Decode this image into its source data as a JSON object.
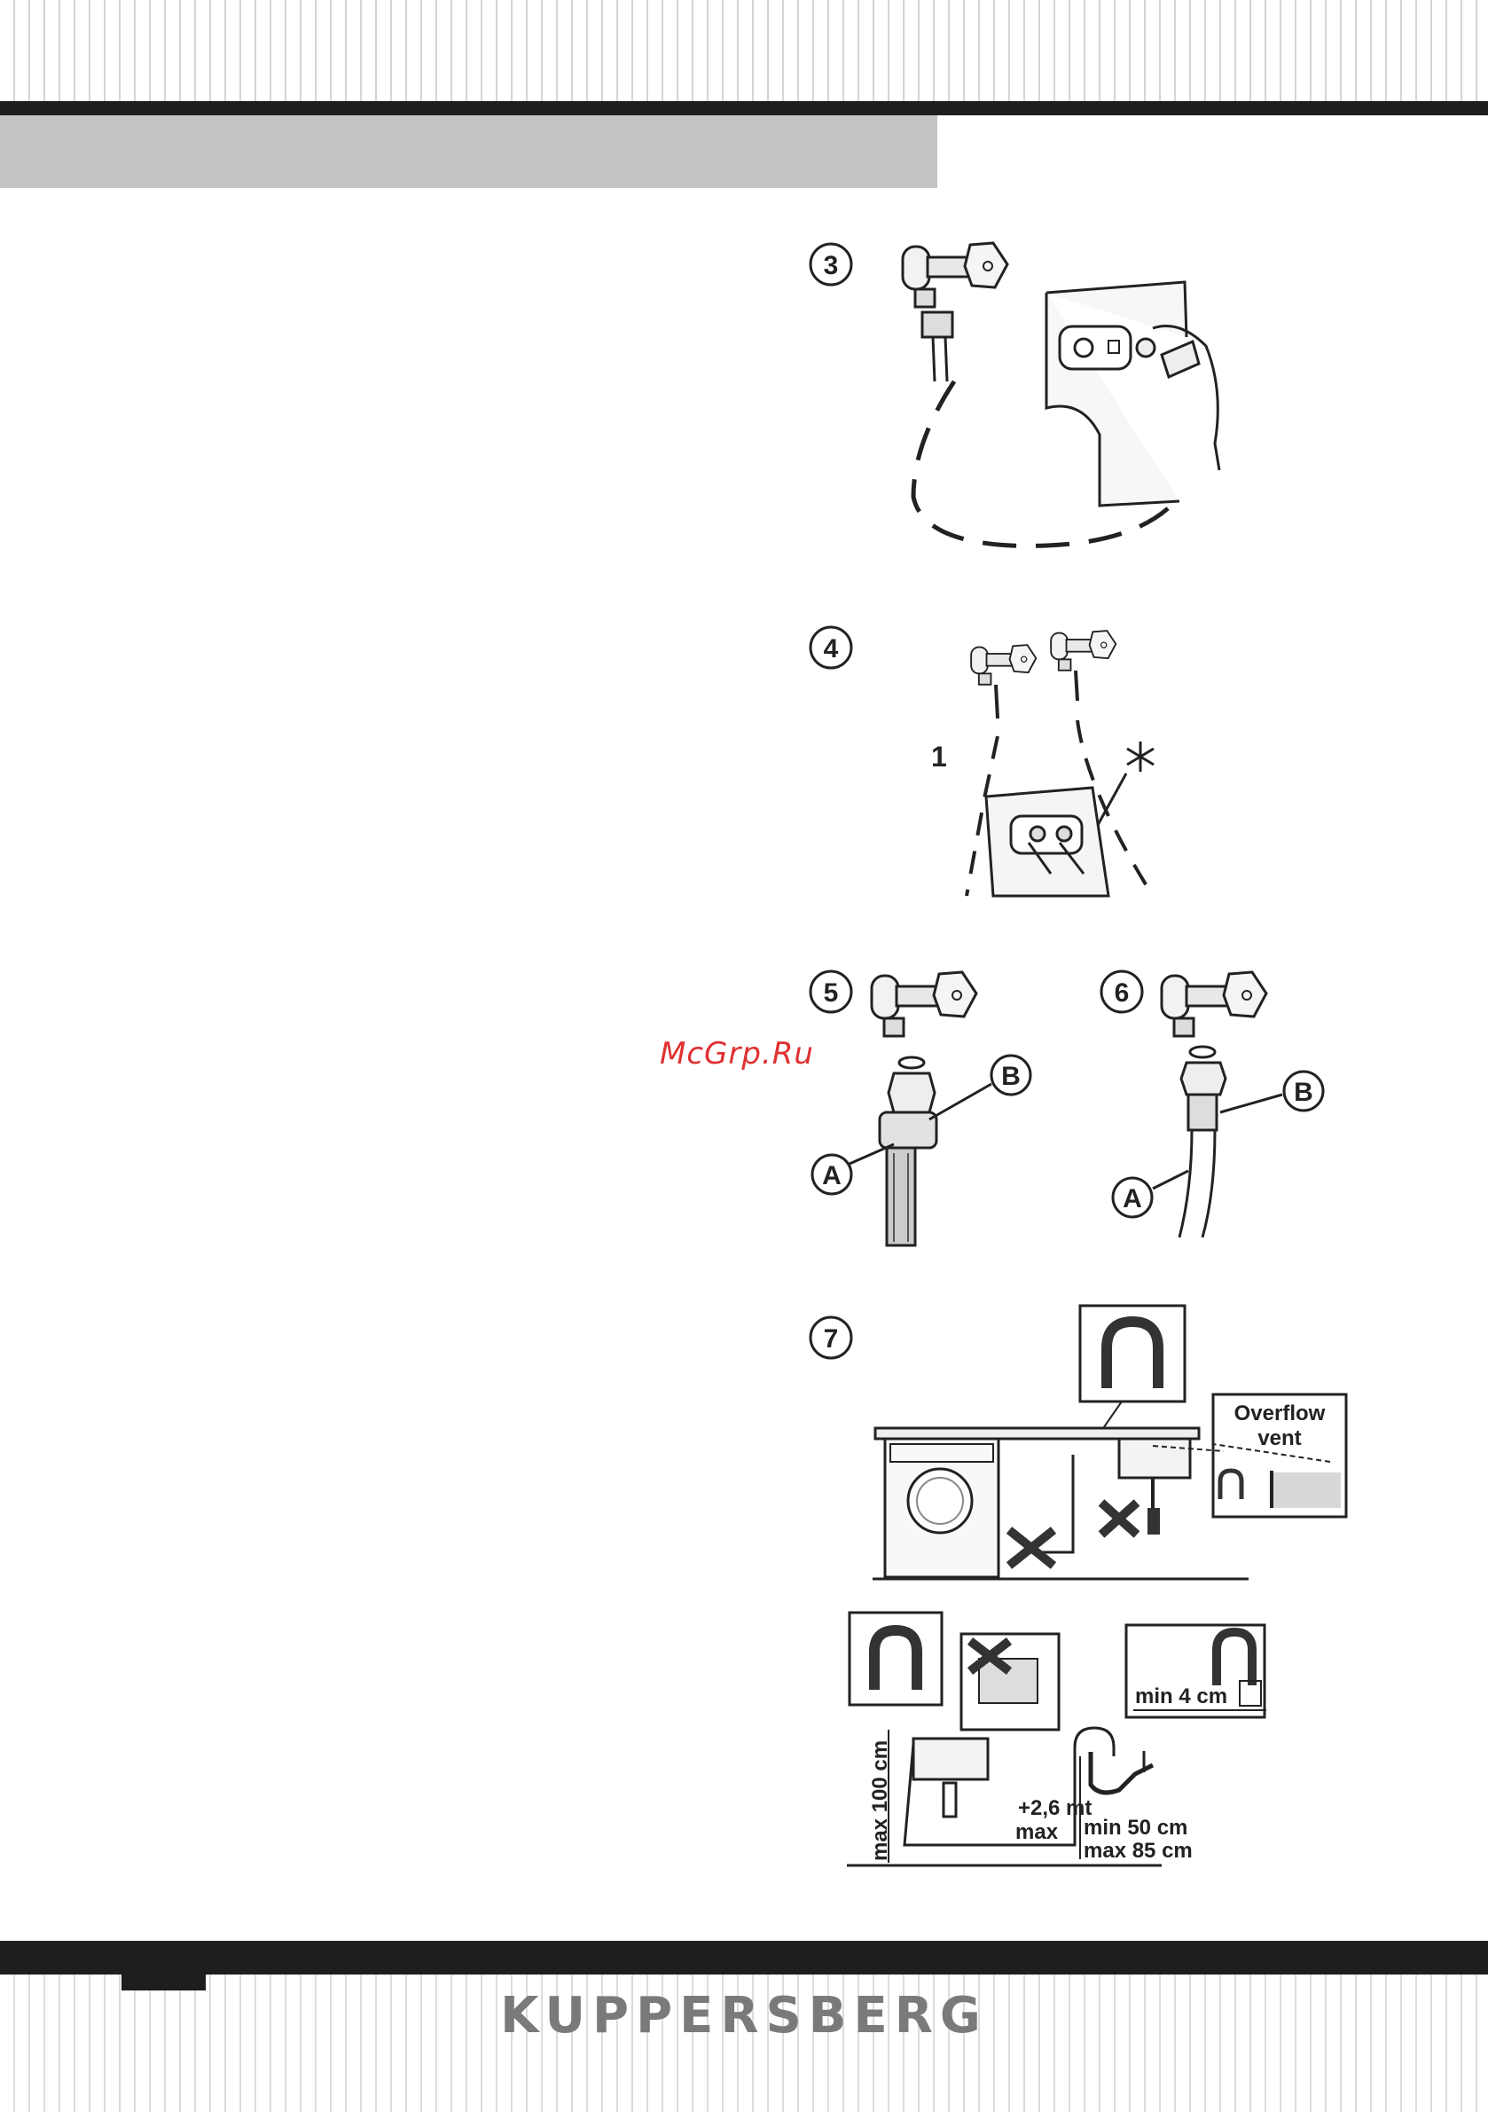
{
  "watermark": "McGrp.Ru",
  "brand": "KUPPERSBERG",
  "steps": {
    "s3": "3",
    "s4": "4",
    "s5": "5",
    "s6": "6",
    "s7": "7"
  },
  "fig4": {
    "label_1": "1"
  },
  "fig5": {
    "label_a": "A",
    "label_b": "B"
  },
  "fig6": {
    "label_a": "A",
    "label_b": "B"
  },
  "fig7": {
    "overflow_line1": "Overflow",
    "overflow_line2": "vent",
    "max_height": "max 100 cm",
    "extension_line1": "+2,6 mt",
    "extension_line2": "max",
    "min_gap": "min 4 cm",
    "range_line1": "min 50 cm",
    "range_line2": "max 85 cm"
  }
}
